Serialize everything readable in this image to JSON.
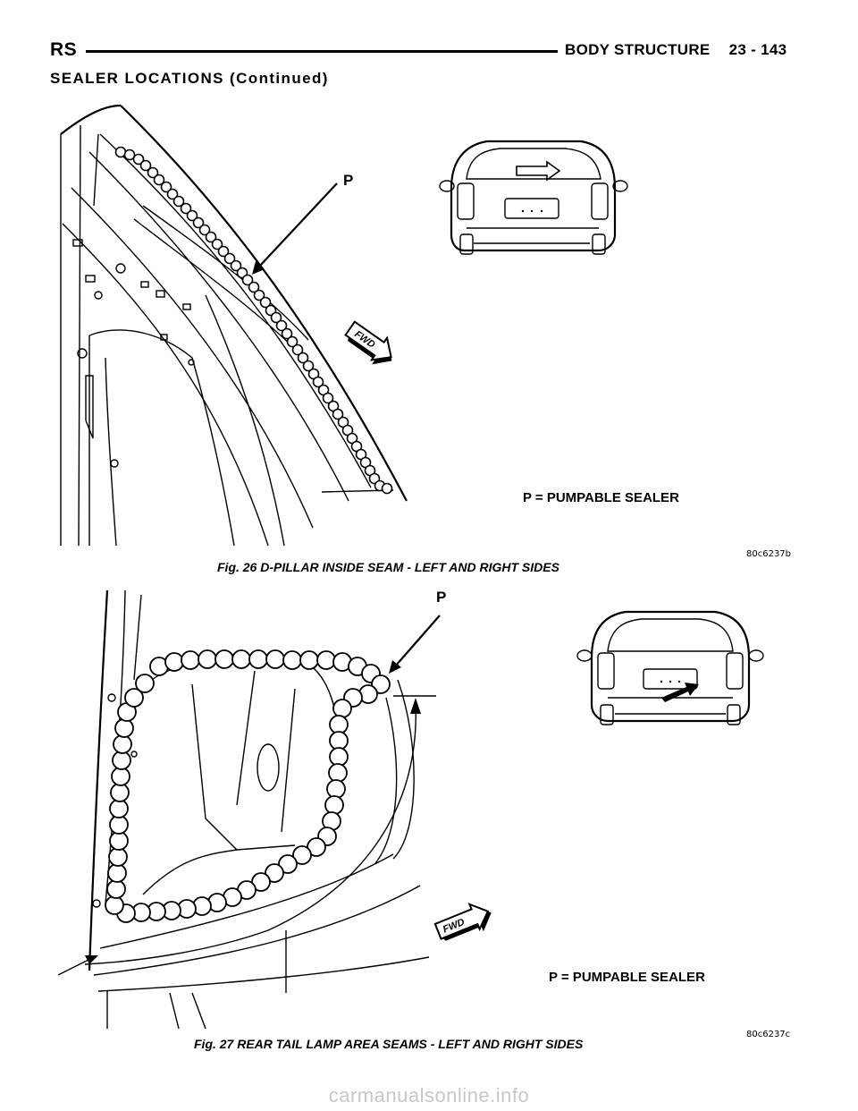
{
  "header": {
    "section_code": "RS",
    "chapter_title": "BODY STRUCTURE",
    "page_number": "23 - 143"
  },
  "section_title": "SEALER LOCATIONS (Continued)",
  "figures": [
    {
      "callout": "P",
      "legend": "P = PUMPABLE SEALER",
      "direction_label": "FWD",
      "figure_code": "80c6237b",
      "caption": "Fig. 26 D-PILLAR INSIDE SEAM - LEFT AND RIGHT SIDES"
    },
    {
      "callout": "P",
      "legend": "P = PUMPABLE SEALER",
      "direction_label": "FWD",
      "figure_code": "80c6237c",
      "caption": "Fig. 27 REAR TAIL LAMP AREA SEAMS - LEFT AND RIGHT SIDES"
    }
  ],
  "watermark": "carmanualsonline.info"
}
